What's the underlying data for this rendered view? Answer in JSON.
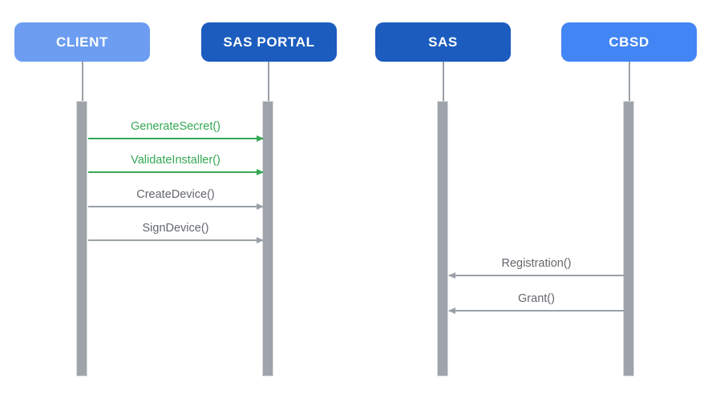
{
  "diagram": {
    "type": "sequence-diagram",
    "actors": [
      {
        "id": "client",
        "label": "CLIENT",
        "color": "#6C9DF1"
      },
      {
        "id": "sas-portal",
        "label": "SAS PORTAL",
        "color": "#1B5CBE"
      },
      {
        "id": "sas",
        "label": "SAS",
        "color": "#1B5CBE"
      },
      {
        "id": "cbsd",
        "label": "CBSD",
        "color": "#4285F4"
      }
    ],
    "messages": [
      {
        "label": "GenerateSecret()",
        "from": "CLIENT",
        "to": "SAS PORTAL",
        "direction": "right",
        "color": "#34A853"
      },
      {
        "label": "ValidateInstaller()",
        "from": "CLIENT",
        "to": "SAS PORTAL",
        "direction": "right",
        "color": "#34A853"
      },
      {
        "label": "CreateDevice()",
        "from": "CLIENT",
        "to": "SAS PORTAL",
        "direction": "right",
        "color": "#9AA0A6"
      },
      {
        "label": "SignDevice()",
        "from": "CLIENT",
        "to": "SAS PORTAL",
        "direction": "right",
        "color": "#9AA0A6"
      },
      {
        "label": "Registration()",
        "from": "CBSD",
        "to": "SAS",
        "direction": "left",
        "color": "#9AA0A6"
      },
      {
        "label": "Grant()",
        "from": "CBSD",
        "to": "SAS",
        "direction": "left",
        "color": "#9AA0A6"
      }
    ],
    "colors": {
      "lifeline": "#9AA0A6",
      "activation_bar": "#9EA4AA",
      "green_message": "#34A853",
      "gray_message_label": "#63676C",
      "background": "#ffffff"
    }
  }
}
